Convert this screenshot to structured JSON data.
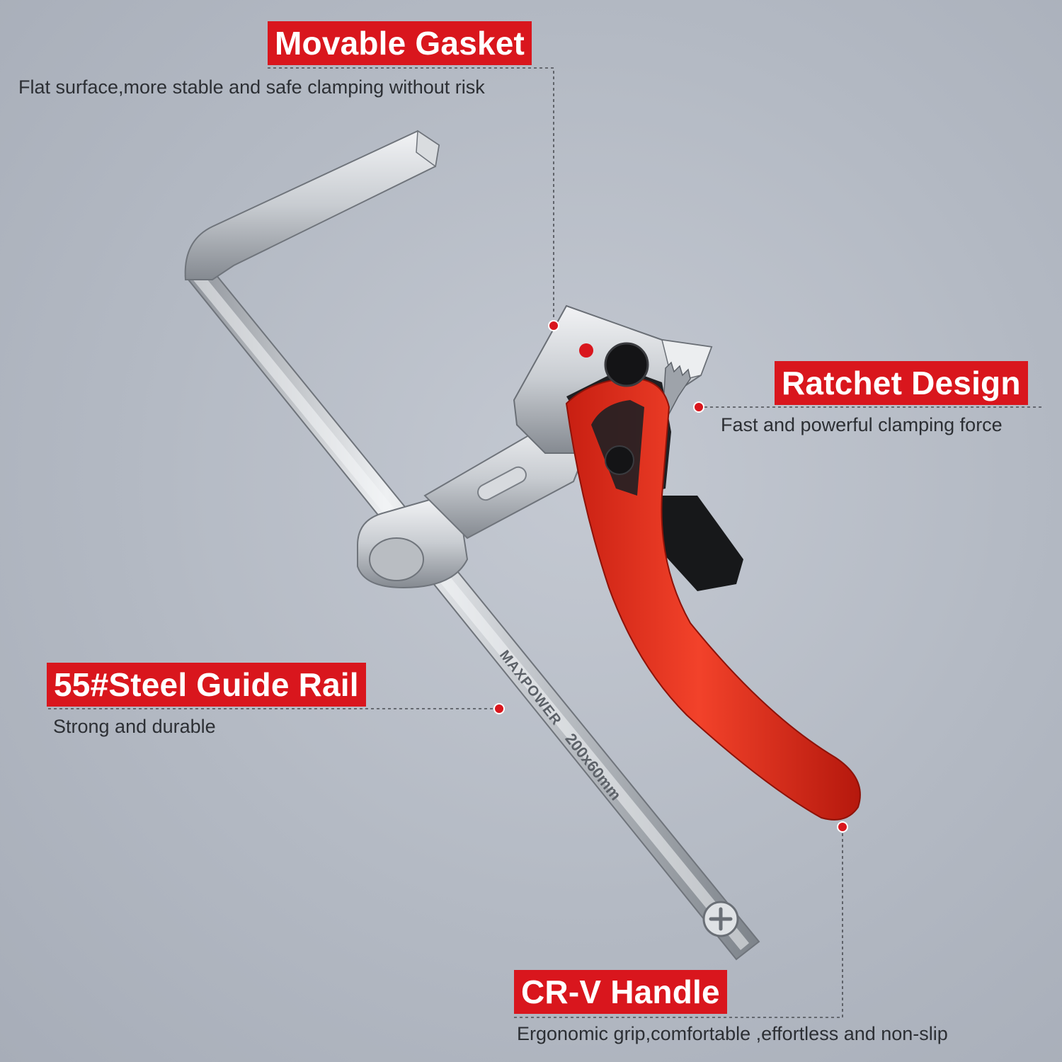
{
  "callouts": {
    "gasket": {
      "title": "Movable Gasket",
      "desc": "Flat surface,more stable and safe clamping without risk"
    },
    "ratchet": {
      "title": "Ratchet Design",
      "desc": "Fast and powerful clamping force"
    },
    "rail": {
      "title": "55#Steel Guide Rail",
      "desc": "Strong and durable"
    },
    "handle": {
      "title": "CR-V Handle",
      "desc": "Ergonomic grip,comfortable ,effortless and non-slip"
    }
  },
  "rail_marking": {
    "brand": "MAXPOWER",
    "size": "200x60mm"
  },
  "colors": {
    "accent": "#d9161d",
    "handle": "#e8321f",
    "steel": "#c9ccd1",
    "background": "#b7bcc5"
  }
}
